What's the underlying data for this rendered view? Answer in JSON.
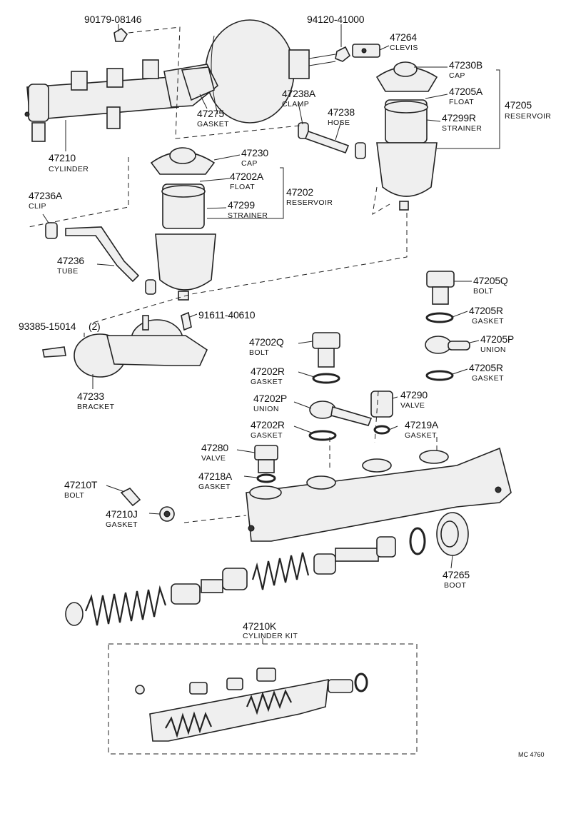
{
  "labels": {
    "p90179": {
      "num": "90179-08146"
    },
    "p94120": {
      "num": "94120-41000"
    },
    "p47264": {
      "num": "47264",
      "name": "CLEVIS"
    },
    "p47230B": {
      "num": "47230B",
      "name": "CAP"
    },
    "p47205A": {
      "num": "47205A",
      "name": "FLOAT"
    },
    "p47205": {
      "num": "47205",
      "name": "RESERVOIR"
    },
    "p47299R": {
      "num": "47299R",
      "name": "STRAINER"
    },
    "p47238A": {
      "num": "47238A",
      "name": "CLAMP"
    },
    "p47275": {
      "num": "47275",
      "name": "GASKET"
    },
    "p47238": {
      "num": "47238",
      "name": "HOSE"
    },
    "p47210": {
      "num": "47210",
      "name": "CYLINDER"
    },
    "p47230": {
      "num": "47230",
      "name": "CAP"
    },
    "p47202A": {
      "num": "47202A",
      "name": "FLOAT"
    },
    "p47202": {
      "num": "47202",
      "name": "RESERVOIR"
    },
    "p47299": {
      "num": "47299",
      "name": "STRAINER"
    },
    "p47236A": {
      "num": "47236A",
      "name": "CLIP"
    },
    "p47236": {
      "num": "47236",
      "name": "TUBE"
    },
    "p93385": {
      "num": "93385-15014",
      "qty": "(2)"
    },
    "p91611": {
      "num": "91611-40610"
    },
    "p47233": {
      "num": "47233",
      "name": "BRACKET"
    },
    "p47205Q": {
      "num": "47205Q",
      "name": "BOLT"
    },
    "p47205R1": {
      "num": "47205R",
      "name": "GASKET"
    },
    "p47205P": {
      "num": "47205P",
      "name": "UNION"
    },
    "p47205R2": {
      "num": "47205R",
      "name": "GASKET"
    },
    "p47202Q": {
      "num": "47202Q",
      "name": "BOLT"
    },
    "p47202R1": {
      "num": "47202R",
      "name": "GASKET"
    },
    "p47202P": {
      "num": "47202P",
      "name": "UNION"
    },
    "p47290": {
      "num": "47290",
      "name": "VALVE"
    },
    "p47202R2": {
      "num": "47202R",
      "name": "GASKET"
    },
    "p47219A": {
      "num": "47219A",
      "name": "GASKET"
    },
    "p47280": {
      "num": "47280",
      "name": "VALVE"
    },
    "p47218A": {
      "num": "47218A",
      "name": "GASKET"
    },
    "p47210T": {
      "num": "47210T",
      "name": "BOLT"
    },
    "p47210J": {
      "num": "47210J",
      "name": "GASKET"
    },
    "p47265": {
      "num": "47265",
      "name": "BOOT"
    },
    "p47210K": {
      "num": "47210K",
      "name": "CYLINDER KIT"
    }
  },
  "figure_code": "MC 4760"
}
